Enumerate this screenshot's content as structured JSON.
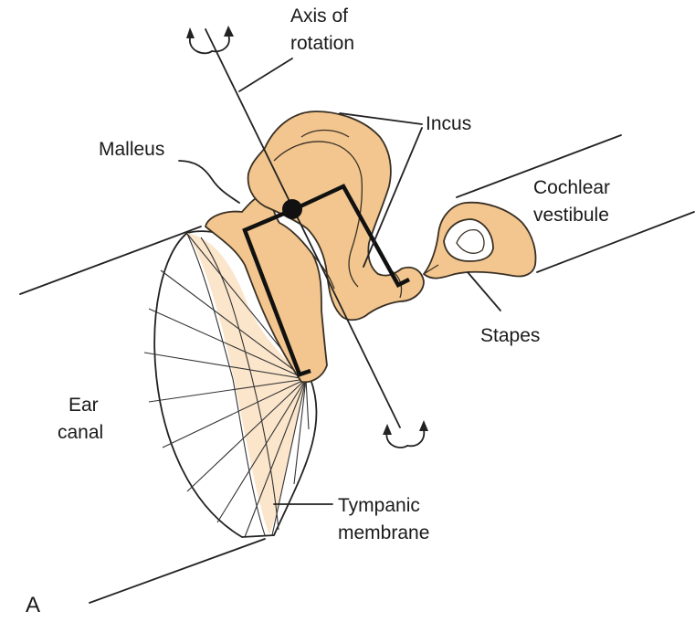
{
  "labels": {
    "axis_of_rotation": [
      "Axis of",
      "rotation"
    ],
    "incus": "Incus",
    "malleus": "Malleus",
    "cochlear_vestibule": [
      "Cochlear",
      "vestibule"
    ],
    "stapes": "Stapes",
    "ear_canal": [
      "Ear",
      "canal"
    ],
    "tympanic_membrane": [
      "Tympanic",
      "membrane"
    ],
    "panel_letter": "A"
  },
  "colors": {
    "bone": "#f2c68e",
    "membrane_shade": "#fbe6cc",
    "outline": "#222222"
  }
}
